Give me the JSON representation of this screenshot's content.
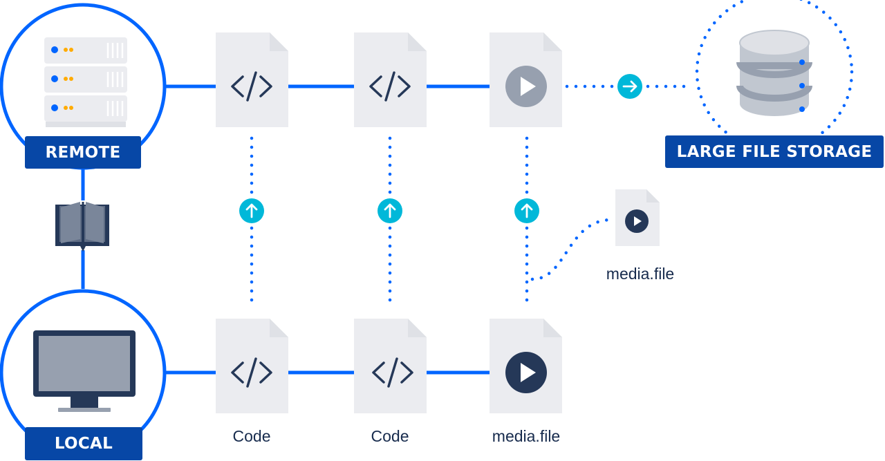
{
  "labels": {
    "remote": "REMOTE",
    "local": "LOCAL",
    "large_file_storage": "LARGE FILE STORAGE"
  },
  "captions": {
    "code_1": "Code",
    "code_2": "Code",
    "media_file": "media.file",
    "media_file_floating": "media.file"
  },
  "icons": {
    "remote": "server-icon",
    "local": "monitor-icon",
    "repository": "book-icon",
    "storage": "database-icon",
    "code_file": "code-file-icon",
    "media_file": "media-file-icon",
    "upload": "arrow-up-icon",
    "forward": "arrow-right-icon"
  },
  "colors": {
    "primary_blue": "#0065ff",
    "badge_blue": "#0747a6",
    "teal": "#00b8d9",
    "file_gray": "#ebecf0",
    "dark_navy": "#253858",
    "gray_play": "#97a0af"
  }
}
